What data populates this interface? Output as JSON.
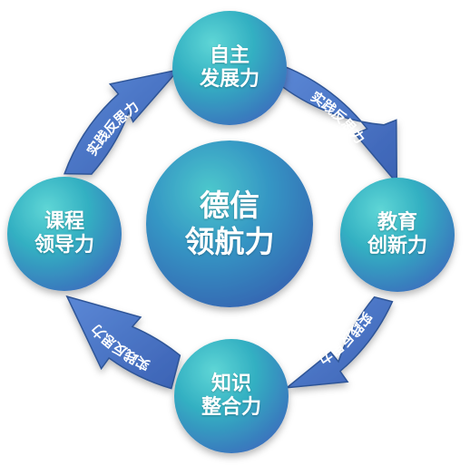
{
  "center": {
    "line1": "德信",
    "line2": "领航力"
  },
  "nodes": {
    "top": {
      "line1": "自主",
      "line2": "发展力"
    },
    "right": {
      "line1": "教育",
      "line2": "创新力"
    },
    "bottom": {
      "line1": "知识",
      "line2": "整合力"
    },
    "left": {
      "line1": "课程",
      "line2": "领导力"
    }
  },
  "arrows": {
    "top_right": "实践反思力",
    "right_bottom": "实践反思力",
    "bottom_left": "实践反思力",
    "left_top": "实践反思力"
  },
  "colors": {
    "circle_light": "#41c3c6",
    "circle_dark": "#3a7ec0",
    "center_dark": "#3567b0",
    "arrow_fill": "#4471c4",
    "arrow_stroke": "#2f5597",
    "arrow_text": "#ffffff"
  }
}
